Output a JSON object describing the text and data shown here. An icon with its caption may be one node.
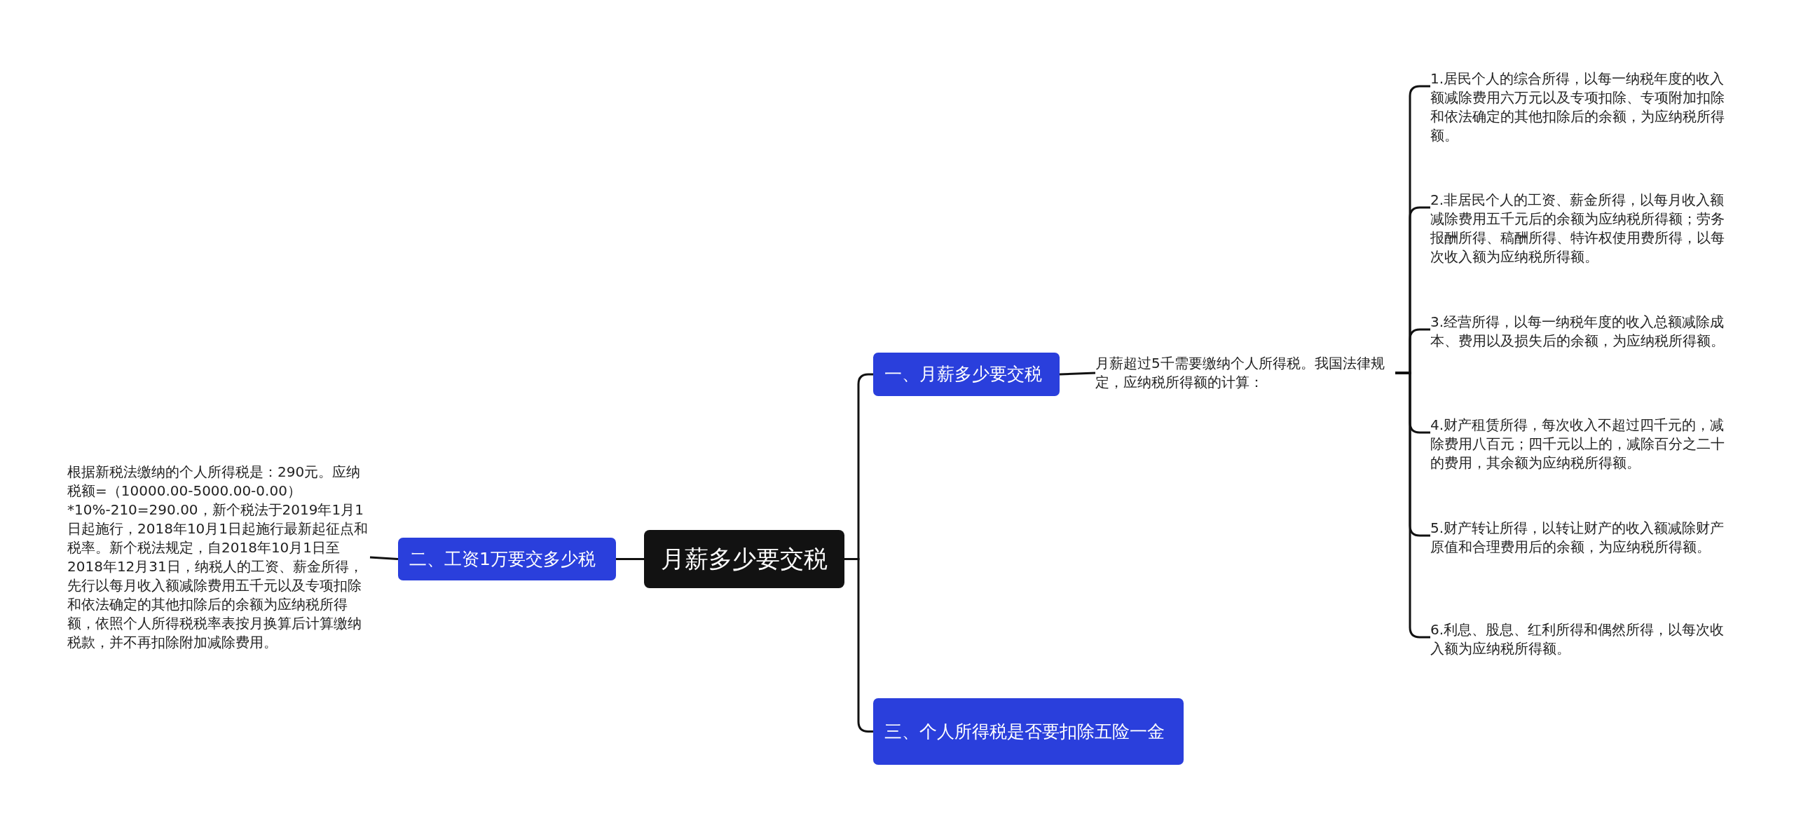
{
  "diagram": {
    "nodes": [
      {
        "text": [
          "月薪多少要交税"
        ]
      },
      {
        "text": [
          "一、月薪多少要交税"
        ]
      },
      {
        "text": [
          "月薪超过5千需要缴纳个人所得税。我国法律规定，应纳税所得额的计算："
        ]
      },
      {
        "text": [
          "1.居民个人的综合所得，以每一纳税年度的收入额减除费用六万元以及专项扣除、专项附加扣除和依法确定的其他扣除后的余额，为应纳税所得额。"
        ]
      },
      {
        "text": [
          "2.非居民个人的工资、薪金所得，以每月收入额减除费用五千元后的余额为应纳税所得额；劳务报酬所得、稿酬所得、特许权使用费所得，以每次收入额为应纳税所得额。"
        ]
      },
      {
        "text": [
          "3.经营所得，以每一纳税年度的收入总额减除成本、费用以及损失后的余额，为应纳税所得额。"
        ]
      },
      {
        "text": [
          "4.财产租赁所得，每次收入不超过四千元的，减除费用八百元；四千元以上的，减除百分之二十的费用，其余额为应纳税所得额。"
        ]
      },
      {
        "text": [
          "5.财产转让所得，以转让财产的收入额减除财产原值和合理费用后的余额，为应纳税所得额。"
        ]
      },
      {
        "text": [
          "6.利息、股息、红利所得和偶然所得，以每次收入额为应纳税所得额。"
        ]
      },
      {
        "text": [
          "二、工资1万要交多少税"
        ]
      },
      {
        "text": [
          "根据新税法缴纳的个人所得税是：290元。应纳税额=（10000.00-5000.00-0.00）*10%-210=290.00，新个税法于2019年1月1日起施行，2018年10月1日起施行最新起征点和税率。新个税法规定，自2018年10月1日至2018年12月31日，纳税人的工资、薪金所得，先行以每月收入额减除费用五千元以及专项扣除和依法确定的其他扣除后的余额为应纳税所得额，依照个人所得税税率表按月换算后计算缴纳税款，并不再扣除附加减除费用。"
        ]
      },
      {
        "text": [
          "三、个人所得税是否要扣除五险一金"
        ]
      }
    ],
    "edges": [
      {
        "from": 0,
        "to": 1,
        "arrow": "none"
      },
      {
        "from": 1,
        "to": 2,
        "arrow": "none"
      },
      {
        "from": 2,
        "to": 3,
        "arrow": "none"
      },
      {
        "from": 2,
        "to": 4,
        "arrow": "none"
      },
      {
        "from": 2,
        "to": 5,
        "arrow": "none"
      },
      {
        "from": 2,
        "to": 6,
        "arrow": "none"
      },
      {
        "from": 2,
        "to": 7,
        "arrow": "none"
      },
      {
        "from": 2,
        "to": 8,
        "arrow": "none"
      },
      {
        "from": 0,
        "to": 9,
        "arrow": "none"
      },
      {
        "from": 9,
        "to": 10,
        "arrow": "none"
      },
      {
        "from": 0,
        "to": 11,
        "arrow": "none"
      }
    ]
  }
}
